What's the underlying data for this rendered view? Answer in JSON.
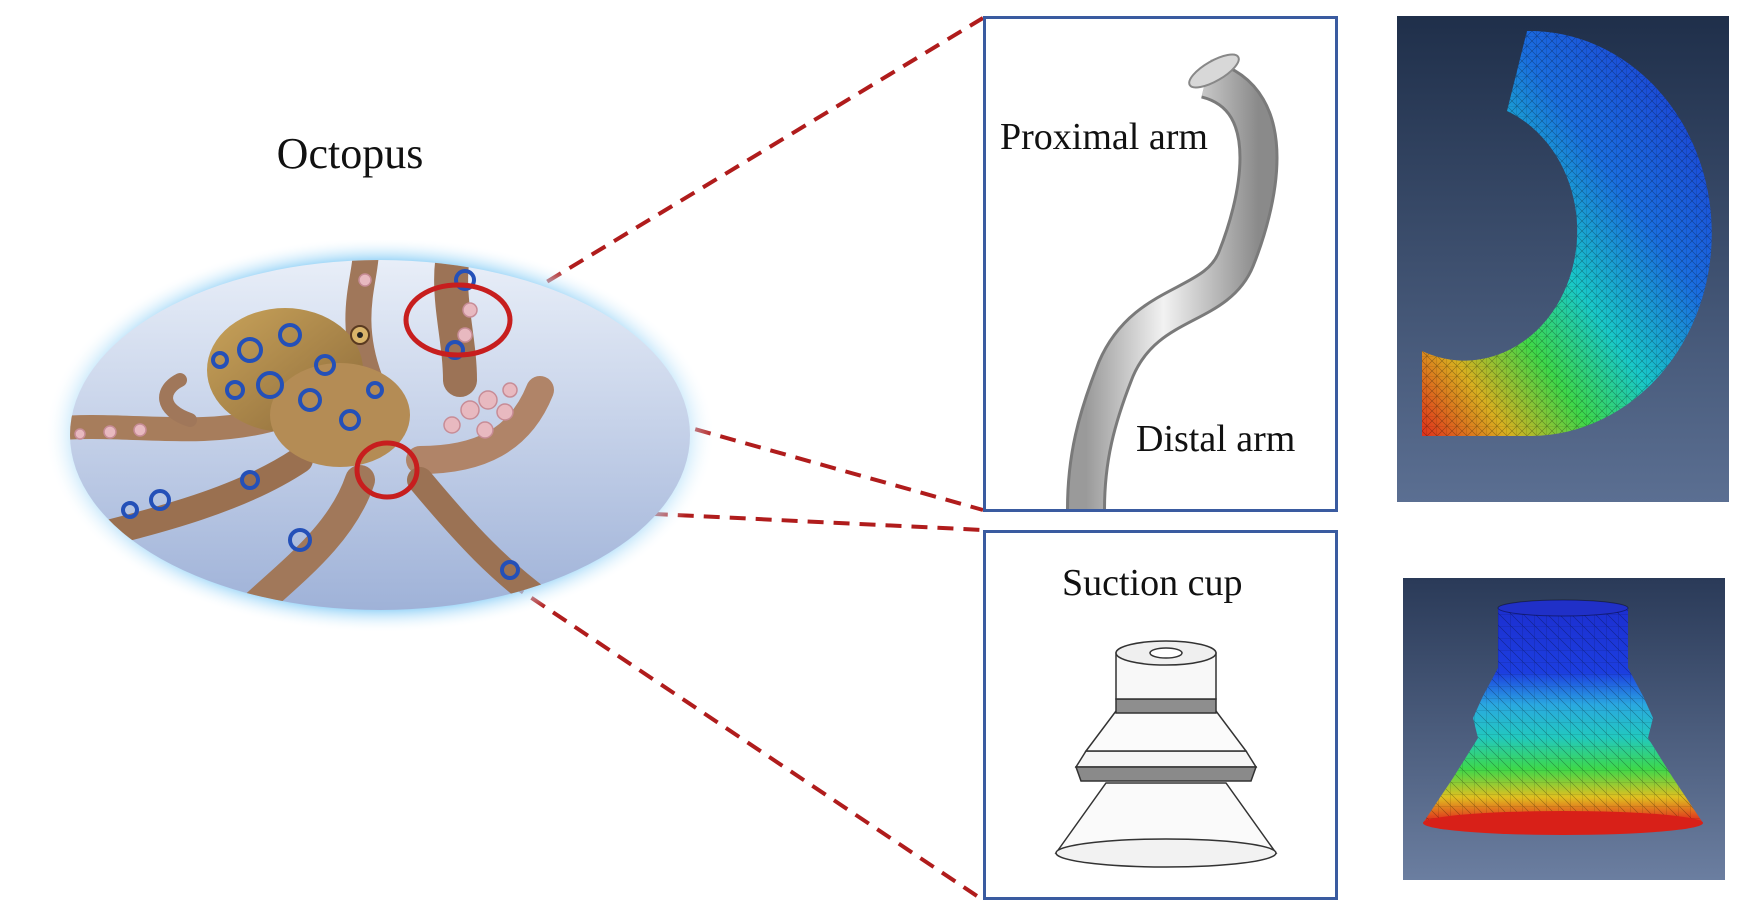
{
  "title": "Octopus",
  "arm_panel": {
    "proximal_label": "Proximal arm",
    "distal_label": "Distal arm"
  },
  "cup_panel": {
    "label": "Suction cup"
  },
  "colors": {
    "frame_border": "#3a5ba0",
    "connector_dash": "#b01c1c",
    "halo": "#7cc8f5",
    "fem_background": "#2b3e5c"
  }
}
